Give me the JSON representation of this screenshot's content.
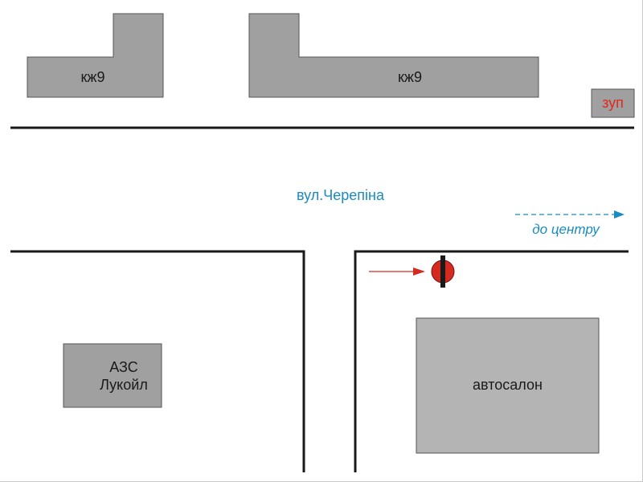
{
  "buildings": {
    "kzh9_left": "кж9",
    "kzh9_right": "кж9",
    "zup": "зуп",
    "azs": "АЗС\nЛукойл",
    "avtosalon": "автосалон"
  },
  "street": {
    "name": "вул.Черепіна"
  },
  "direction": {
    "label": "до центру"
  },
  "colors": {
    "building_fill": "#a0a0a0",
    "building_fill_light": "#b4b4b4",
    "road_line": "#1a1a1a",
    "street_label": "#1a8ac0",
    "direction_arrow": "#1a8ac0",
    "approach_arrow": "#d42a20",
    "marker_fill": "#d42a20",
    "zup_text": "#e0281e"
  },
  "icons": {
    "approach": "arrow-right-icon",
    "direction": "dashed-arrow-right-icon",
    "marker": "stop-marker-icon"
  }
}
